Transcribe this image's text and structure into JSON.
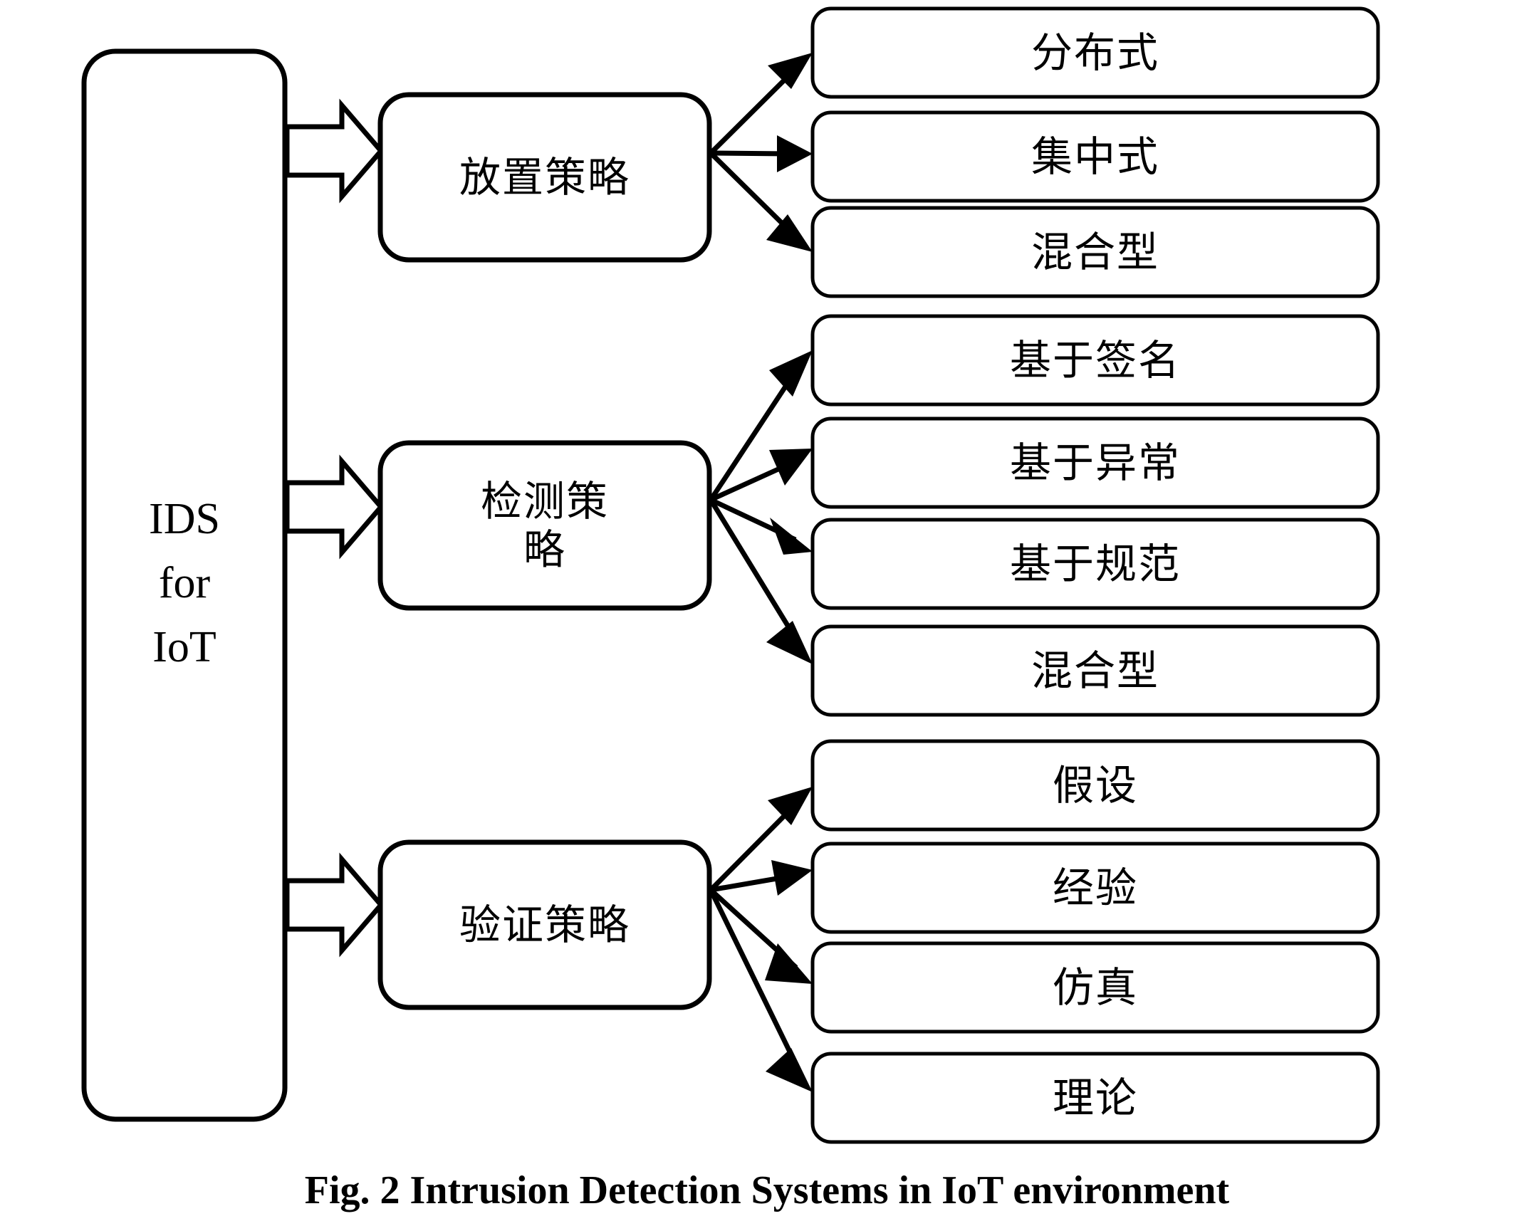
{
  "figure": {
    "caption": "Fig. 2 Intrusion Detection Systems in IoT environment",
    "background_color": "#ffffff",
    "line_color": "#000000",
    "text_color": "#000000"
  },
  "root": {
    "label": "IDS\nfor\nIoT"
  },
  "branches": [
    {
      "id": "placement",
      "label": "放置策略",
      "children": [
        {
          "id": "distributed",
          "label": "分布式"
        },
        {
          "id": "centralized",
          "label": "集中式"
        },
        {
          "id": "hybrid-placement",
          "label": "混合型"
        }
      ]
    },
    {
      "id": "detection",
      "label": "检测策\n略",
      "children": [
        {
          "id": "signature-based",
          "label": "基于签名"
        },
        {
          "id": "anomaly-based",
          "label": "基于异常"
        },
        {
          "id": "specification-based",
          "label": "基于规范"
        },
        {
          "id": "hybrid-detection",
          "label": "混合型"
        }
      ]
    },
    {
      "id": "validation",
      "label": "验证策略",
      "children": [
        {
          "id": "hypothesis",
          "label": "假设"
        },
        {
          "id": "empirical",
          "label": "经验"
        },
        {
          "id": "simulation",
          "label": "仿真"
        },
        {
          "id": "theoretical",
          "label": "理论"
        }
      ]
    }
  ]
}
